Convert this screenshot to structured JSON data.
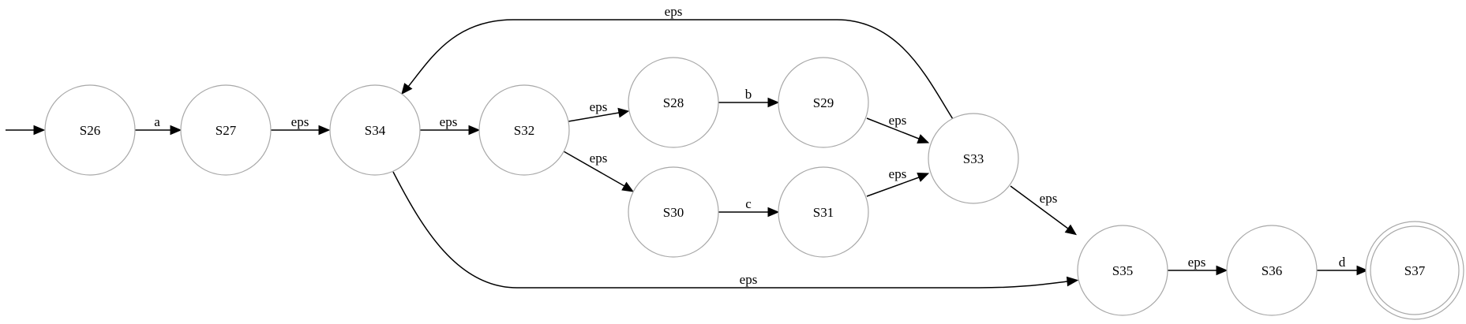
{
  "diagram": {
    "states": [
      {
        "id": "S26",
        "label": "S26"
      },
      {
        "id": "S27",
        "label": "S27"
      },
      {
        "id": "S34",
        "label": "S34"
      },
      {
        "id": "S32",
        "label": "S32"
      },
      {
        "id": "S28",
        "label": "S28"
      },
      {
        "id": "S29",
        "label": "S29"
      },
      {
        "id": "S30",
        "label": "S30"
      },
      {
        "id": "S31",
        "label": "S31"
      },
      {
        "id": "S33",
        "label": "S33"
      },
      {
        "id": "S35",
        "label": "S35"
      },
      {
        "id": "S36",
        "label": "S36"
      },
      {
        "id": "S37",
        "label": "S37",
        "accepting": true
      }
    ],
    "start_state": "S26",
    "transitions": [
      {
        "from": "S26",
        "to": "S27",
        "label": "a"
      },
      {
        "from": "S27",
        "to": "S34",
        "label": "eps"
      },
      {
        "from": "S34",
        "to": "S32",
        "label": "eps"
      },
      {
        "from": "S32",
        "to": "S28",
        "label": "eps"
      },
      {
        "from": "S32",
        "to": "S30",
        "label": "eps"
      },
      {
        "from": "S28",
        "to": "S29",
        "label": "b"
      },
      {
        "from": "S30",
        "to": "S31",
        "label": "c"
      },
      {
        "from": "S29",
        "to": "S33",
        "label": "eps"
      },
      {
        "from": "S31",
        "to": "S33",
        "label": "eps"
      },
      {
        "from": "S33",
        "to": "S34",
        "label": "eps"
      },
      {
        "from": "S33",
        "to": "S35",
        "label": "eps"
      },
      {
        "from": "S34",
        "to": "S35",
        "label": "eps"
      },
      {
        "from": "S35",
        "to": "S36",
        "label": "eps"
      },
      {
        "from": "S36",
        "to": "S37",
        "label": "d"
      }
    ]
  }
}
